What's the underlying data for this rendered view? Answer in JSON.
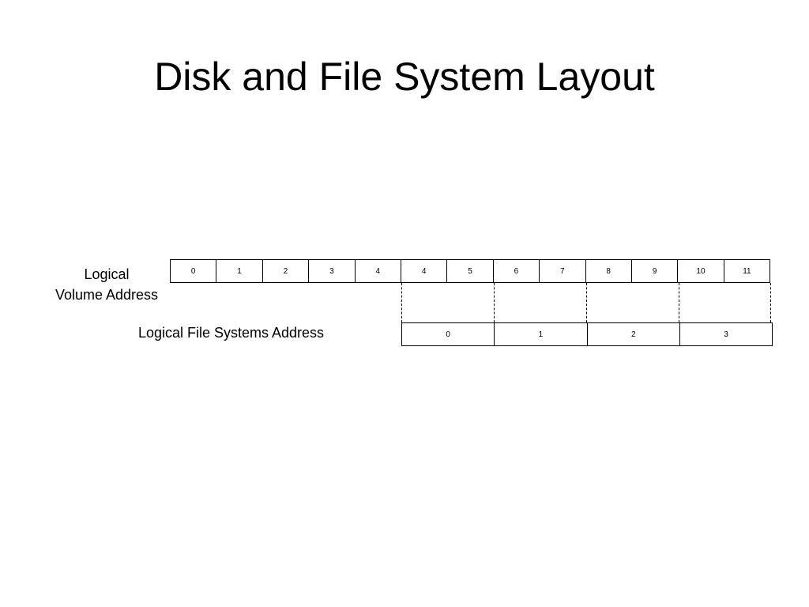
{
  "slide": {
    "title": "Disk and File System Layout"
  },
  "logical_volume": {
    "label_line1": "Logical",
    "label_line2": "Volume Address",
    "cells": [
      "0",
      "1",
      "2",
      "3",
      "4",
      "4",
      "5",
      "6",
      "7",
      "8",
      "9",
      "10",
      "11"
    ]
  },
  "logical_file_system": {
    "label": "Logical File Systems  Address",
    "cells": [
      "0",
      "1",
      "2",
      "3"
    ]
  }
}
